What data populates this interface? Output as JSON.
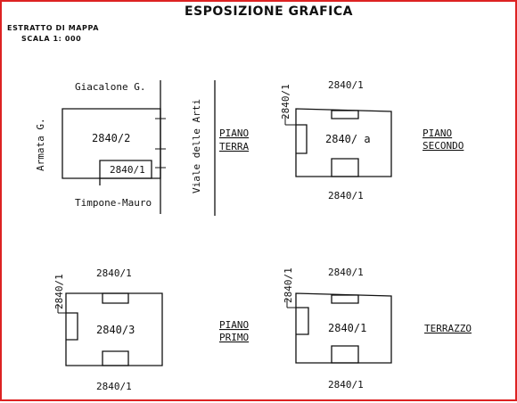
{
  "header": {
    "title": "ESPOSIZIONE GRAFICA",
    "estratto": "ESTRATTO DI MAPPA",
    "scala": "SCALA 1:  000"
  },
  "mappa": {
    "north_neighbor": "Giacalone G.",
    "west_neighbor": "Armata G.",
    "south_neighbor": "Timpone-Mauro",
    "street": "Viale delle Arti",
    "parcel_main": "2840/2",
    "parcel_small": "2840/1"
  },
  "piano_terra": {
    "line1": "PIANO",
    "line2": "TERRA"
  },
  "piano_secondo": {
    "line1": "PIANO",
    "line2": "SECONDO",
    "center": "2840/ a",
    "top": "2840/1",
    "bottom": "2840/1",
    "left": "2840/1"
  },
  "piano_primo": {
    "line1": "PIANO",
    "line2": "PRIMO",
    "center": "2840/3",
    "top": "2840/1",
    "bottom": "2840/1",
    "left": "2840/1"
  },
  "terrazzo": {
    "label": "TERRAZZO",
    "center": "2840/1",
    "top": "2840/1",
    "bottom": "2840/1",
    "left": "2840/1"
  }
}
